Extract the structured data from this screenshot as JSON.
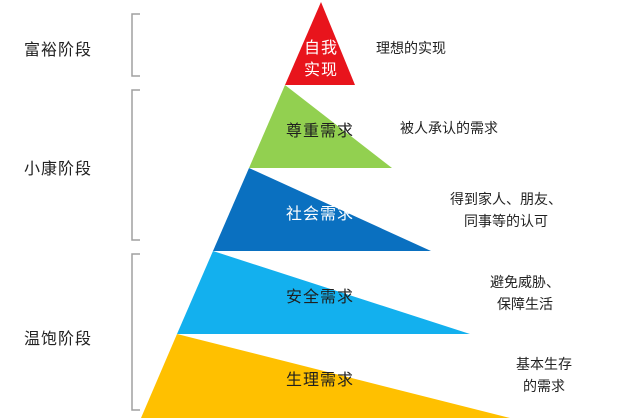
{
  "stages": [
    {
      "label": "富裕阶段"
    },
    {
      "label": "小康阶段"
    },
    {
      "label": "温饱阶段"
    }
  ],
  "tiers": [
    {
      "label_lines": [
        "自我",
        "实现"
      ],
      "color": "#e8141c",
      "text_color": "#ffffff",
      "description_lines": [
        "理想的实现"
      ]
    },
    {
      "label_lines": [
        "尊重需求"
      ],
      "color": "#92d050",
      "text_color": "#1f1f1f",
      "description_lines": [
        "被人承认的需求"
      ]
    },
    {
      "label_lines": [
        "社会需求"
      ],
      "color": "#0a70c0",
      "text_color": "#ffffff",
      "description_lines": [
        "得到家人、朋友、",
        "同事等的认可"
      ]
    },
    {
      "label_lines": [
        "安全需求"
      ],
      "color": "#13b0ee",
      "text_color": "#1f1f1f",
      "description_lines": [
        "避免威胁、",
        "保障生活"
      ]
    },
    {
      "label_lines": [
        "生理需求"
      ],
      "color": "#ffc000",
      "text_color": "#1f1f1f",
      "description_lines": [
        "基本生存",
        "的需求"
      ]
    }
  ],
  "bracket_color": "#a0a0a0"
}
